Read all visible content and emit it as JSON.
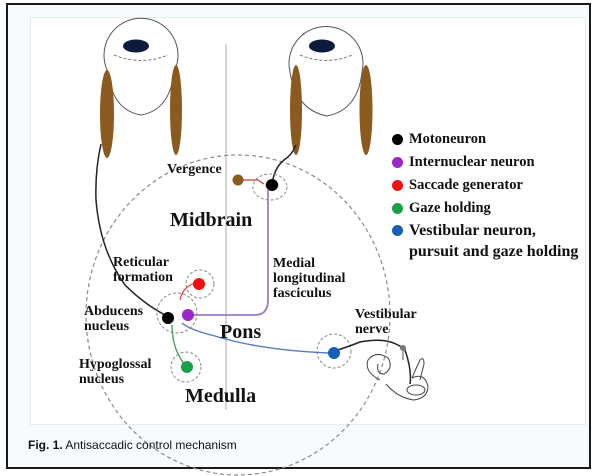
{
  "figure": {
    "caption_label": "Fig. 1.",
    "caption_text": "Antisaccadic control mechanism"
  },
  "regions": {
    "midbrain": "Midbrain",
    "pons": "Pons",
    "medulla": "Medulla"
  },
  "labels": {
    "vergence": "Vergence",
    "reticular_formation": [
      "Reticular",
      "formation"
    ],
    "abducens_nucleus": [
      "Abducens",
      "nucleus"
    ],
    "hypoglossal_nucleus": [
      "Hypoglossal",
      "nucleus"
    ],
    "mlf": [
      "Medial",
      "longitudinal",
      "fasciculus"
    ],
    "vestibular_nerve": [
      "Vestibular",
      "nerve"
    ]
  },
  "legend": [
    {
      "label": "Motoneuron",
      "color": "#000000"
    },
    {
      "label": "Internuclear neuron",
      "color": "#9b27c9"
    },
    {
      "label": "Saccade generator",
      "color": "#ee1111"
    },
    {
      "label": "Gaze holding",
      "color": "#1aa048"
    },
    {
      "label": "Vestibular neuron, pursuit and gaze holding",
      "color": "#1460b8"
    }
  ],
  "colors": {
    "muscle": "#8a5a1e",
    "pupil": "#0c1a3c",
    "mlf_line": "#9a7fc8",
    "vestibular_line": "#5a78c0",
    "saccade_line": "#d85050",
    "gaze_line": "#4aa060",
    "vergence_line": "#b04a2a"
  }
}
